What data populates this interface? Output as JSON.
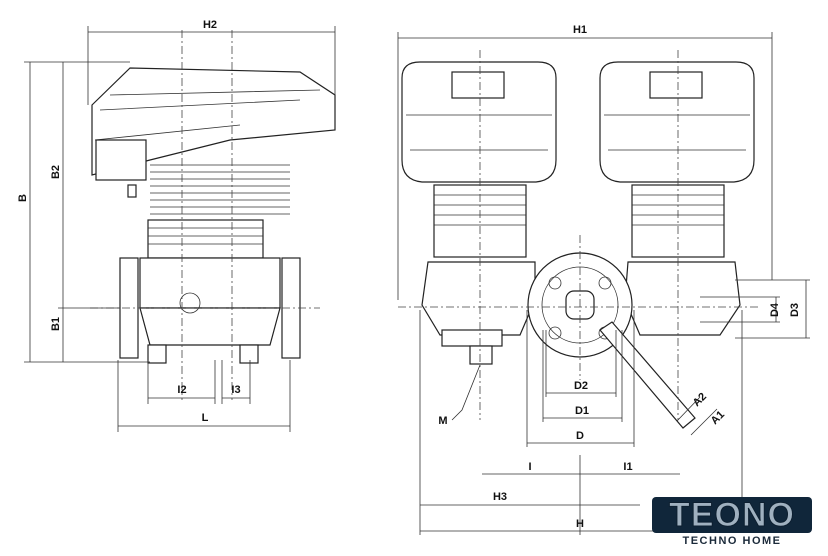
{
  "title": "Pump dimension drawing",
  "labels": {
    "H2": "H2",
    "B": "B",
    "B2": "B2",
    "B1": "B1",
    "I2": "I2",
    "I3": "I3",
    "L": "L",
    "H1": "H1",
    "D4": "D4",
    "D3": "D3",
    "D2": "D2",
    "D1": "D1",
    "D": "D",
    "A2": "A2",
    "A1": "A1",
    "M": "M",
    "I": "I",
    "I1": "I1",
    "H3": "H3",
    "H": "H"
  },
  "logo": {
    "brand": "TEONO",
    "tagline": "TECHNO HOME"
  }
}
